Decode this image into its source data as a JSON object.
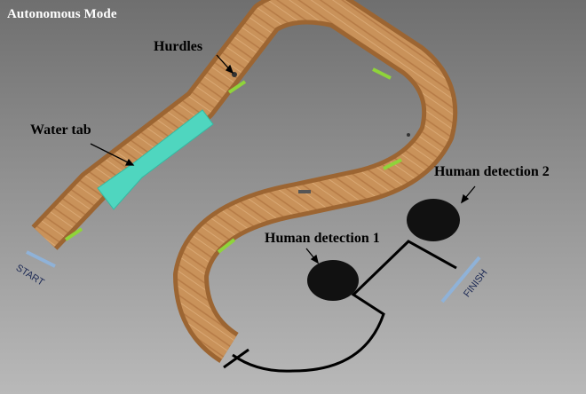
{
  "scene": {
    "mode_title": "Autonomous Mode",
    "labels": {
      "hurdles": "Hurdles",
      "water_tab": "Water tab",
      "human_detection_1": "Human detection 1",
      "human_detection_2": "Human detection 2",
      "start": "START",
      "finish": "FINISH"
    }
  },
  "colors": {
    "background": "#7c7c7c",
    "track_wood": "#c9925a",
    "track_wall": "#a86f3a",
    "water": "#4fd6bf",
    "hurdle_marker": "#8fd43a",
    "detection_pad": "#111111",
    "start_finish_strip": "#8fb2d8"
  }
}
